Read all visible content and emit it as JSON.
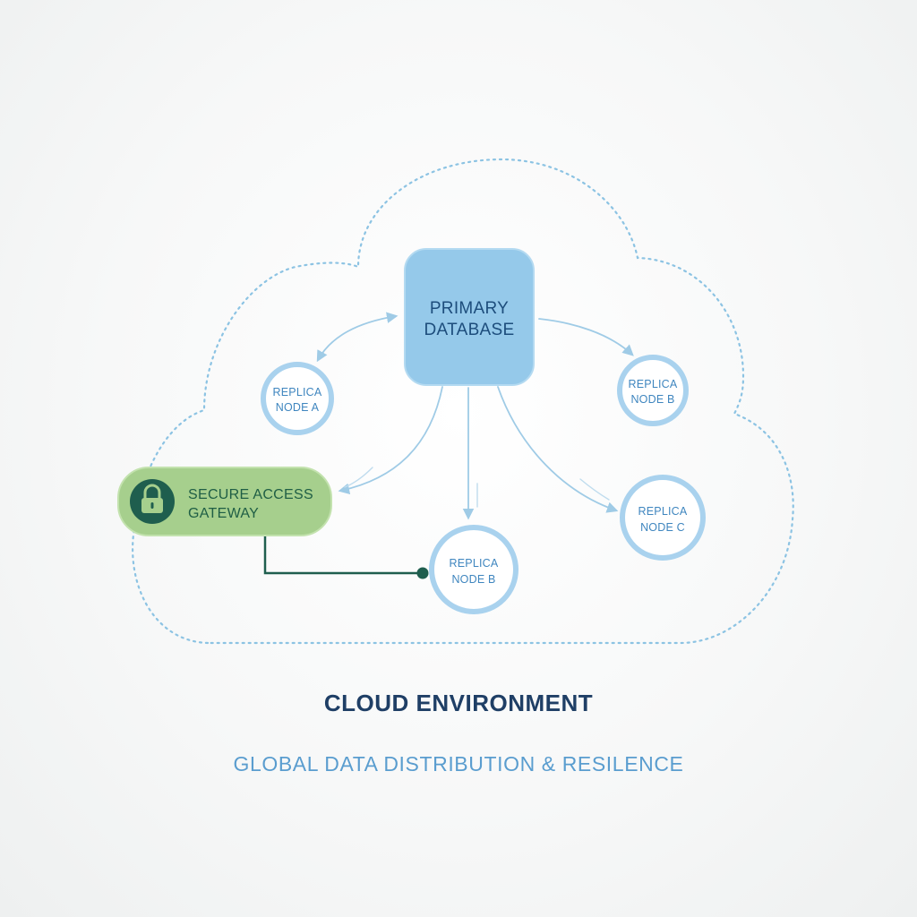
{
  "diagram": {
    "primary": {
      "line1": "PRIMARY",
      "line2": "DATABASE"
    },
    "gateway": {
      "line1": "SECURE ACCESS",
      "line2": "GATEWAY",
      "icon": "padlock-icon"
    },
    "replicas": {
      "a": {
        "line1": "REPLICA",
        "line2": "NODE A"
      },
      "b_top": {
        "line1": "REPLICA",
        "line2": "NODE B"
      },
      "b_bottom": {
        "line1": "REPLICA",
        "line2": "NODE B"
      },
      "c": {
        "line1": "REPLICA",
        "line2": "NODE C"
      }
    }
  },
  "captions": {
    "title": "CLOUD ENVIRONMENT",
    "subtitle": "GLOBAL DATA DISTRIBUTION & RESILENCE"
  },
  "colors": {
    "cloud_outline": "#8cc3e3",
    "primary_fill": "#95c9ea",
    "replica_ring": "#a9d2ee",
    "gateway_fill": "#a6cf8d",
    "gateway_icon": "#1f5e4e",
    "title_text": "#1f3f66",
    "subtitle_text": "#5a9dcf"
  }
}
